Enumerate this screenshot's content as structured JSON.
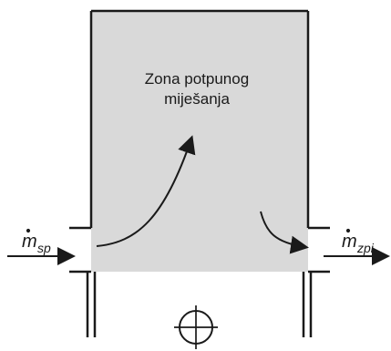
{
  "diagram": {
    "zone_label_line1": "Zona potpunog",
    "zone_label_line2": "miješanja",
    "inlet_flow": {
      "base": "m",
      "subscript": "sp"
    },
    "outlet_flow": {
      "base": "m",
      "subscript": "zpi"
    },
    "colors": {
      "fill": "#d9d9d9",
      "line": "#1a1a1a"
    }
  }
}
